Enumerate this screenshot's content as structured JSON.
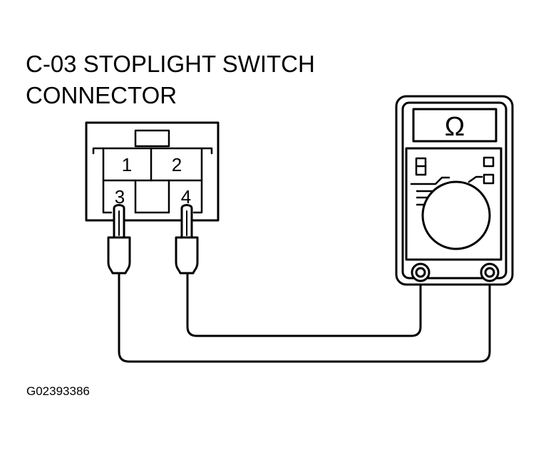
{
  "title": {
    "line1": "C-03 STOPLIGHT SWITCH",
    "line2": "CONNECTOR"
  },
  "connector": {
    "pins": [
      "1",
      "2",
      "3",
      "4"
    ]
  },
  "meter": {
    "symbol": "Ω"
  },
  "figure_id": "G02393386"
}
